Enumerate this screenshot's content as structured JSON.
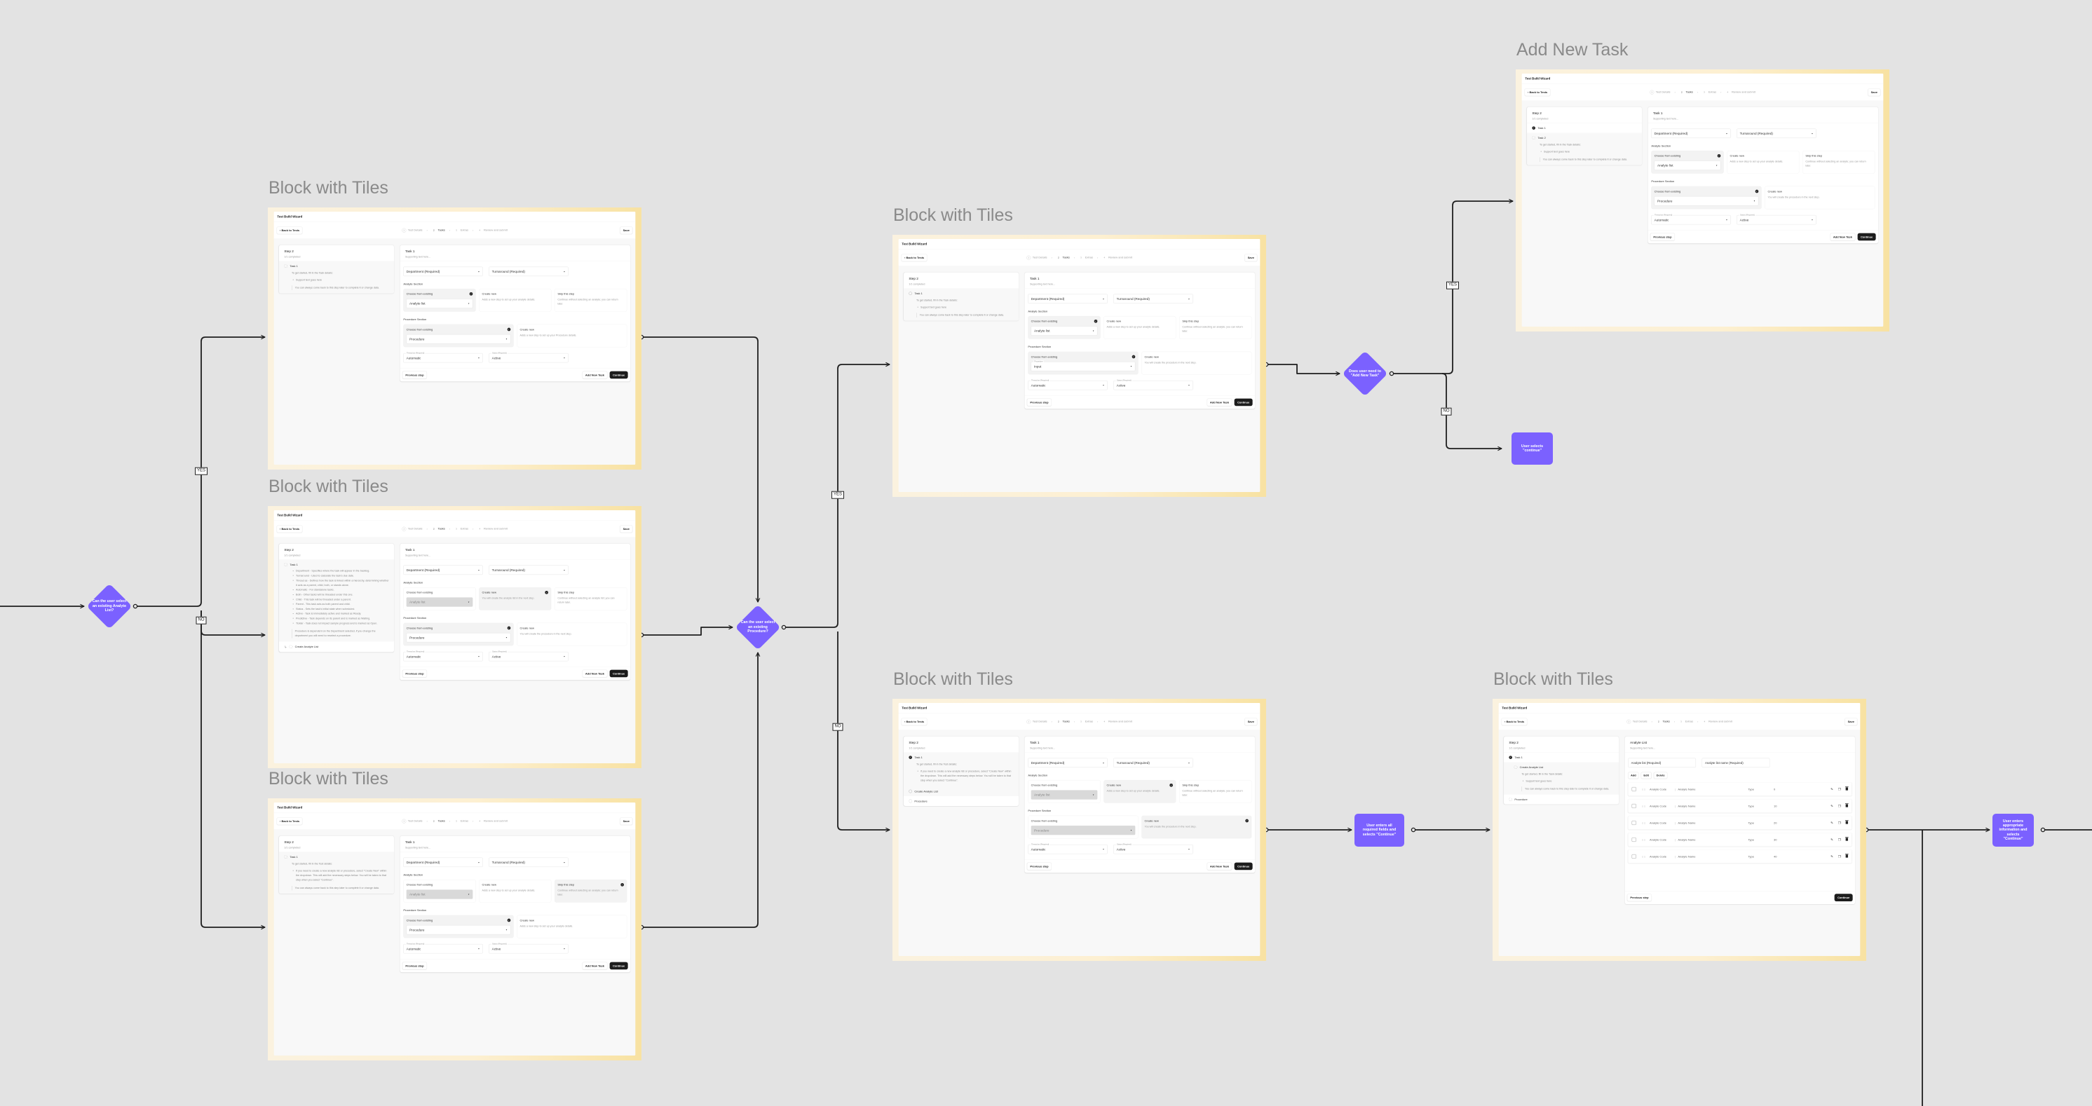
{
  "wizard": {
    "title": "Test Build Wizard",
    "back": "Back to Tests",
    "steps": [
      {
        "num": "1",
        "label": "Test Details"
      },
      {
        "num": "2",
        "label": "Tasks"
      },
      {
        "num": "3",
        "label": "Extras"
      },
      {
        "num": "4",
        "label": "Review and submit"
      }
    ],
    "active_step": 2,
    "save": "Save",
    "step_title": "Step 2",
    "step_progress": "1/1 completed",
    "task_title": "Task 1",
    "supporting": "Supporting text here...",
    "department": "Department (Required)",
    "turnaround": "Turnaround (Required)",
    "analyte_section": "Analyte Section",
    "procedure_section": "Procedure Section",
    "choose_existing": "Choose from existing",
    "create_new": "Create new",
    "skip_step": "Skip this step",
    "thread_label": "Thread as (Required)",
    "thread_value": "Automatic",
    "status_label": "Status (Required)",
    "status_value": "Active",
    "prev": "Previous step",
    "add_task": "Add New Task",
    "continue": "Continue"
  },
  "frames": [
    {
      "title": "Block with Tiles",
      "type": "task",
      "left": {
        "items": [
          {
            "label": "Task 1",
            "state": "progress",
            "active": true,
            "desc": "To get started, fill in the Task details:",
            "bullets": [
              "Support text goes here"
            ],
            "note": "You can always come back to this step later to complete it or change data."
          }
        ]
      },
      "analyte": {
        "selected": "choose",
        "select": "Analyte list",
        "disabled": false,
        "create_desc": "Adds a new step to set up your analyte details.",
        "skip_desc": "Continue without selecting an analyte; you can return later."
      },
      "procedure": {
        "selected": "choose",
        "select": "Procedure",
        "disabled": false,
        "create_desc": "Adds a new step to set up your Procedure details."
      }
    },
    {
      "title": "Block with Tiles",
      "type": "task",
      "left": {
        "items": [
          {
            "label": "Task 1",
            "state": "progress",
            "active": true,
            "bullets": [
              "Department - Specifies where the task will appear in the backlog.",
              "Turnaround - Used to calculate the task's due date.",
              "Thread as - Defines how the task is linked within a hierarchy, determining whether it acts as a parent, child, both, or stands alone.",
              "Automatic - For standalone tasks.",
              "Both - Other tasks will be threaded under this one.",
              "Child - This task will be threaded under a parent.",
              "Parent - This task acts as both parent and child.",
              "Status - Sets the task's initial state when scheduled.",
              "Active - Task is immediately active and marked as Ready.",
              "Predictive - Task depends on its parent and is marked as Waiting.",
              "Tickler - Task does not impact sample progress and is marked as Open."
            ],
            "note": "Procedure is dependent on the Department selected, if you change the department you will need to reselect a procedure."
          },
          {
            "label": "Create Analyte List",
            "state": "progress",
            "arrow": true
          }
        ]
      },
      "analyte": {
        "selected": "create",
        "select": "Analyte list",
        "disabled": true,
        "create_desc": "You will create the analyte list in the next step.",
        "skip_desc": "Continue without selecting an analyte list; you can return later."
      },
      "procedure": {
        "selected": "choose",
        "select": "Procedure",
        "disabled": false,
        "create_desc": "You will create the procedure in the next step."
      }
    },
    {
      "title": "Block with Tiles",
      "type": "task",
      "left": {
        "items": [
          {
            "label": "Task 1",
            "state": "progress",
            "active": true,
            "desc": "To get started, fill in the Test details:",
            "bullets": [
              "If you need to create a new analyte list or procedure, select \"Create New\" within the dropdown. This will add the necessary steps below. You will be taken to that step when you select \"Continue\"."
            ],
            "note": "You can always come back to this step later to complete it or change data."
          }
        ]
      },
      "analyte": {
        "selected": "skip",
        "select": "Analyte list",
        "disabled": true,
        "create_desc": "Adds a new step to set up your analyte details.",
        "skip_desc": "Continue without selecting an analyte; you can return later."
      },
      "procedure": {
        "selected": "choose",
        "select": "Procedure",
        "disabled": false,
        "create_desc": "Adds a new step to set up your analyte details."
      }
    },
    {
      "title": "Block with Tiles",
      "type": "task",
      "left": {
        "items": [
          {
            "label": "Task 1",
            "state": "pending",
            "active": true,
            "desc": "To get started, fill in the Task details:",
            "bullets": [
              "Support text goes here"
            ],
            "note": "You can always come back to this step later to complete it or change data."
          }
        ]
      },
      "analyte": {
        "selected": "choose",
        "select": "Analyte list",
        "disabled": false,
        "create_desc": "Adds a new step to set up your analyte details.",
        "skip_desc": "Continue without selecting an analyte; you can return later."
      },
      "procedure": {
        "selected": "choose",
        "select_label": "Procedure",
        "select": "Input",
        "disabled": false,
        "create_desc": "You will create the procedure in the next step."
      }
    },
    {
      "title": "Block with Tiles",
      "type": "task",
      "left": {
        "items": [
          {
            "label": "Task 1",
            "state": "done",
            "active": true,
            "desc": "To get started, fill in the Test details:",
            "bullets": [
              "If you need to create a new analyte list or procedure, select \"Create New\" within the dropdown. This will add the necessary steps below. You will be taken to that step when you select \"Continue\"."
            ]
          },
          {
            "label": "Create Analyte List",
            "state": "pending",
            "active": true
          },
          {
            "label": "Procedure",
            "state": "progress"
          }
        ]
      },
      "analyte": {
        "selected": "create",
        "select": "Analyte list",
        "disabled": true,
        "create_desc": "Adds a new step to set up your analyte details.",
        "skip_desc": "Continue without selecting an analyte; you can return later."
      },
      "procedure": {
        "selected": "create",
        "select": "Procedure",
        "disabled": true,
        "create_desc": "You will create the procedure in the next step."
      }
    },
    {
      "title": "Add New Task",
      "type": "task",
      "left": {
        "items": [
          {
            "label": "Task 1",
            "state": "done"
          },
          {
            "label": "Task 2",
            "state": "progress",
            "active": true,
            "desc": "To get started, fill in the Task details:",
            "bullets": [
              "Support text goes here"
            ],
            "note": "You can always come back to this step later to complete it or change data."
          }
        ]
      },
      "analyte": {
        "selected": "choose",
        "select": "Analyte list",
        "disabled": false,
        "create_desc": "Adds a new step to set up your analyte details.",
        "skip_desc": "Continue without selecting an analyte; you can return later."
      },
      "procedure": {
        "selected": "choose",
        "select": "Procedure",
        "disabled": false,
        "create_desc": "You will create the procedure in the next step."
      }
    },
    {
      "title": "Block with Tiles",
      "type": "analyte_list",
      "left": {
        "items": [
          {
            "label": "Task 1",
            "state": "done"
          },
          {
            "label": "Create Analyte List",
            "state": "progress",
            "indent": true,
            "active": true,
            "desc": "To get started, fill in the Task details:",
            "bullets": [
              "Support text goes here"
            ],
            "note": "You can always come back to this step later to complete it or change data."
          },
          {
            "label": "Procedure",
            "state": "progress"
          }
        ]
      },
      "panel": {
        "title": "Analyte List",
        "supporting": "Supporting text here...",
        "inputs": [
          "Analyte list (Required)",
          "Analyte list name (Required)"
        ],
        "actions": [
          "Add",
          "Edit",
          "Delete"
        ],
        "rows": [
          {
            "code": "Analyte Code",
            "name": "Analyte Name",
            "type": "Type",
            "value": "0"
          },
          {
            "code": "Analyte Code",
            "name": "Analyte Name",
            "type": "Type",
            "value": "10"
          },
          {
            "code": "Analyte Code",
            "name": "Analyte Name",
            "type": "Type",
            "value": "20"
          },
          {
            "code": "Analyte Code",
            "name": "Analyte Name",
            "type": "Type",
            "value": "30"
          },
          {
            "code": "Analyte Code",
            "name": "Analyte Name",
            "type": "Type",
            "value": "40"
          }
        ]
      }
    }
  ],
  "decisions": [
    "Can the user select an existing Analyte List?",
    "Can the user select an existing Procedure?",
    "Does user need to \"Add New Task\""
  ],
  "actions": [
    "User selects \"continue\"",
    "User enters all required fields and selects \"Continue\"",
    "User enters appropriate information and selects \"Continue\""
  ],
  "edge_labels": [
    "YES",
    "NO",
    "YES",
    "NO",
    "YES",
    "NO"
  ],
  "colors": {
    "node": "#7b61ff",
    "canvas": "#e3e3e3",
    "edge": "#1e1e1e"
  }
}
